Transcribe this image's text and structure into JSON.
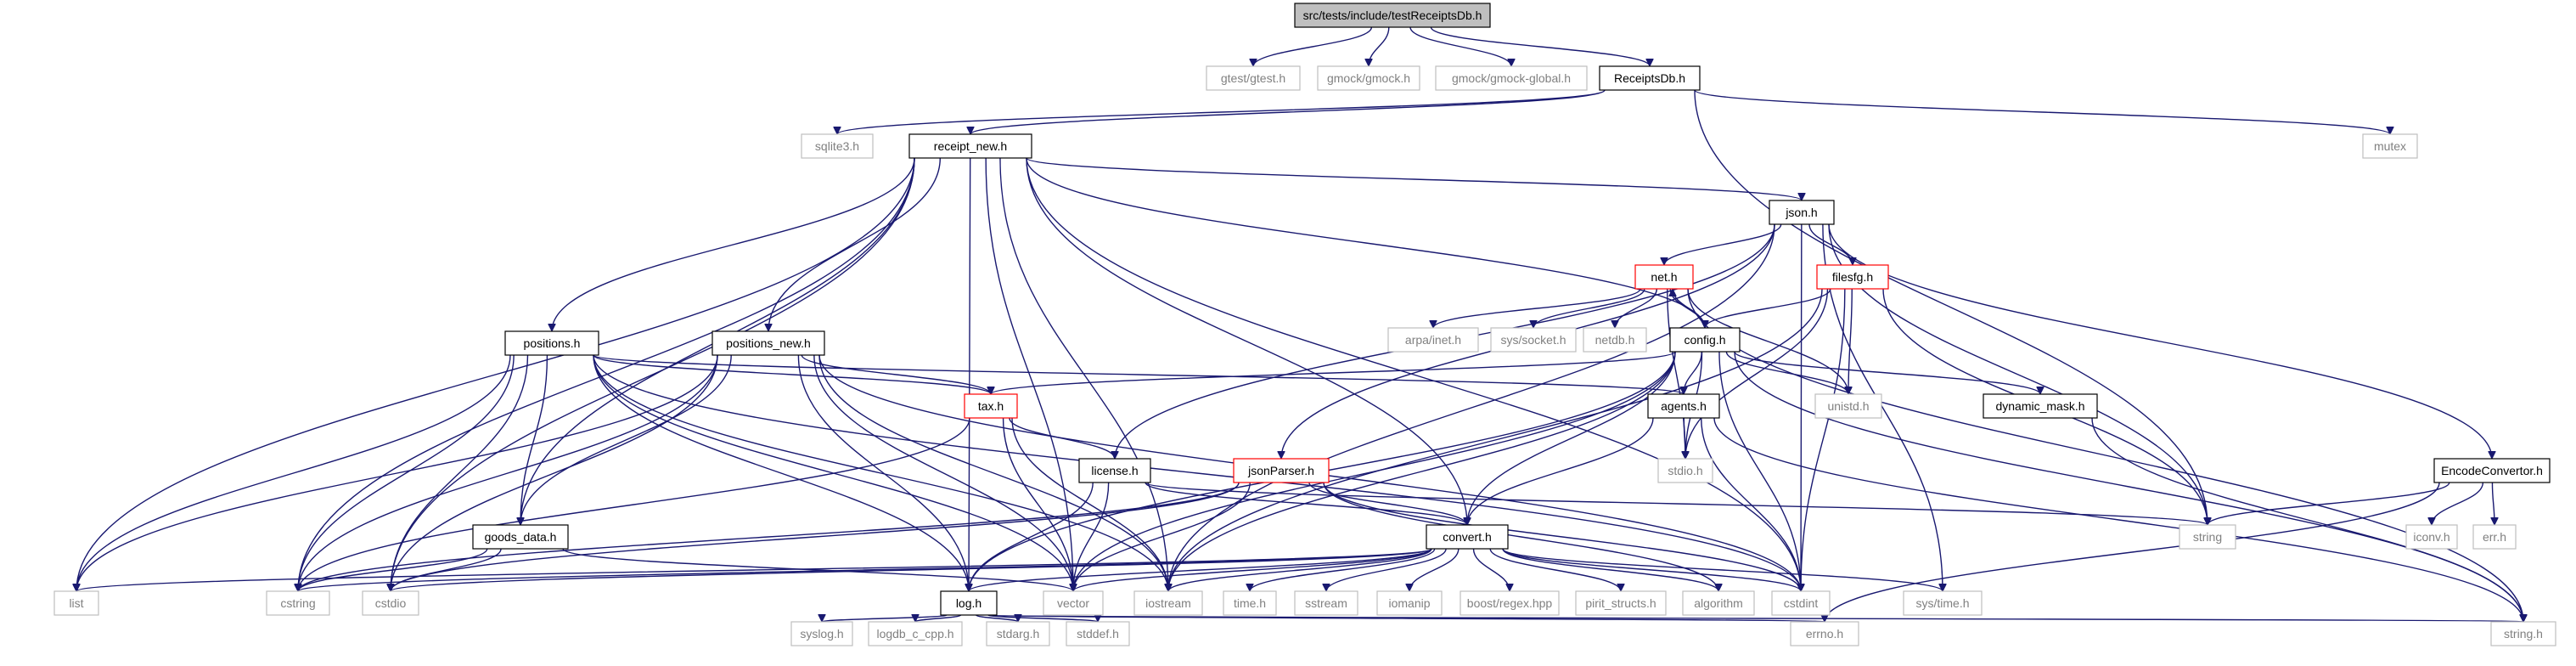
{
  "diagram": {
    "colors": {
      "edge": "#191970",
      "root_fill": "#bfbfbf",
      "node_border": "#000000",
      "missing_border": "#bfbfbf",
      "missing_text": "#808080",
      "truncated_border": "#ff0000"
    },
    "nodes": [
      {
        "id": "root",
        "label": "src/tests/include/testReceiptsDb.h",
        "kind": "root"
      },
      {
        "id": "gtest",
        "label": "gtest/gtest.h",
        "kind": "missing"
      },
      {
        "id": "gmock",
        "label": "gmock/gmock.h",
        "kind": "missing"
      },
      {
        "id": "gmockg",
        "label": "gmock/gmock-global.h",
        "kind": "missing"
      },
      {
        "id": "rdb",
        "label": "ReceiptsDb.h",
        "kind": "normal"
      },
      {
        "id": "sqlite",
        "label": "sqlite3.h",
        "kind": "missing"
      },
      {
        "id": "rnew",
        "label": "receipt_new.h",
        "kind": "normal"
      },
      {
        "id": "mutex",
        "label": "mutex",
        "kind": "missing"
      },
      {
        "id": "json",
        "label": "json.h",
        "kind": "normal"
      },
      {
        "id": "net",
        "label": "net.h",
        "kind": "truncated"
      },
      {
        "id": "filesfg",
        "label": "filesfg.h",
        "kind": "truncated"
      },
      {
        "id": "arpa",
        "label": "arpa/inet.h",
        "kind": "missing"
      },
      {
        "id": "syssock",
        "label": "sys/socket.h",
        "kind": "missing"
      },
      {
        "id": "netdb",
        "label": "netdb.h",
        "kind": "missing"
      },
      {
        "id": "config",
        "label": "config.h",
        "kind": "normal"
      },
      {
        "id": "positions",
        "label": "positions.h",
        "kind": "normal"
      },
      {
        "id": "posnew",
        "label": "positions_new.h",
        "kind": "normal"
      },
      {
        "id": "tax",
        "label": "tax.h",
        "kind": "truncated"
      },
      {
        "id": "agents",
        "label": "agents.h",
        "kind": "normal"
      },
      {
        "id": "unistd",
        "label": "unistd.h",
        "kind": "missing"
      },
      {
        "id": "dynmask",
        "label": "dynamic_mask.h",
        "kind": "normal"
      },
      {
        "id": "license",
        "label": "license.h",
        "kind": "normal"
      },
      {
        "id": "jsonparser",
        "label": "jsonParser.h",
        "kind": "truncated"
      },
      {
        "id": "stdio",
        "label": "stdio.h",
        "kind": "missing"
      },
      {
        "id": "encconv",
        "label": "EncodeConvertor.h",
        "kind": "normal"
      },
      {
        "id": "goods",
        "label": "goods_data.h",
        "kind": "normal"
      },
      {
        "id": "convert",
        "label": "convert.h",
        "kind": "normal"
      },
      {
        "id": "string",
        "label": "string",
        "kind": "missing"
      },
      {
        "id": "iconv",
        "label": "iconv.h",
        "kind": "missing"
      },
      {
        "id": "errh",
        "label": "err.h",
        "kind": "missing"
      },
      {
        "id": "list",
        "label": "list",
        "kind": "missing"
      },
      {
        "id": "cstring",
        "label": "cstring",
        "kind": "missing"
      },
      {
        "id": "cstdio",
        "label": "cstdio",
        "kind": "missing"
      },
      {
        "id": "log",
        "label": "log.h",
        "kind": "normal"
      },
      {
        "id": "vector",
        "label": "vector",
        "kind": "missing"
      },
      {
        "id": "iostream",
        "label": "iostream",
        "kind": "missing"
      },
      {
        "id": "timeh",
        "label": "time.h",
        "kind": "missing"
      },
      {
        "id": "sstream",
        "label": "sstream",
        "kind": "missing"
      },
      {
        "id": "iomanip",
        "label": "iomanip",
        "kind": "missing"
      },
      {
        "id": "boost",
        "label": "boost/regex.hpp",
        "kind": "missing"
      },
      {
        "id": "pirit",
        "label": "pirit_structs.h",
        "kind": "missing"
      },
      {
        "id": "algorithm",
        "label": "algorithm",
        "kind": "missing"
      },
      {
        "id": "cstdint",
        "label": "cstdint",
        "kind": "missing"
      },
      {
        "id": "systime",
        "label": "sys/time.h",
        "kind": "missing"
      },
      {
        "id": "syslog",
        "label": "syslog.h",
        "kind": "missing"
      },
      {
        "id": "logdb",
        "label": "logdb_c_cpp.h",
        "kind": "missing"
      },
      {
        "id": "stdarg",
        "label": "stdarg.h",
        "kind": "missing"
      },
      {
        "id": "stddef",
        "label": "stddef.h",
        "kind": "missing"
      },
      {
        "id": "errno",
        "label": "errno.h",
        "kind": "missing"
      },
      {
        "id": "stringh",
        "label": "string.h",
        "kind": "missing"
      }
    ],
    "edges": [
      [
        "root",
        "gtest"
      ],
      [
        "root",
        "gmock"
      ],
      [
        "root",
        "gmockg"
      ],
      [
        "root",
        "rdb"
      ],
      [
        "rdb",
        "sqlite"
      ],
      [
        "rdb",
        "rnew"
      ],
      [
        "rdb",
        "mutex"
      ],
      [
        "rdb",
        "string"
      ],
      [
        "rnew",
        "json"
      ],
      [
        "rnew",
        "positions"
      ],
      [
        "rnew",
        "posnew"
      ],
      [
        "rnew",
        "goods"
      ],
      [
        "rnew",
        "convert"
      ],
      [
        "rnew",
        "config"
      ],
      [
        "rnew",
        "list"
      ],
      [
        "rnew",
        "cstring"
      ],
      [
        "rnew",
        "cstdio"
      ],
      [
        "rnew",
        "log"
      ],
      [
        "rnew",
        "vector"
      ],
      [
        "rnew",
        "iostream"
      ],
      [
        "rnew",
        "cstdint"
      ],
      [
        "json",
        "net"
      ],
      [
        "json",
        "filesfg"
      ],
      [
        "json",
        "jsonparser"
      ],
      [
        "json",
        "license"
      ],
      [
        "json",
        "encconv"
      ],
      [
        "json",
        "iostream"
      ],
      [
        "json",
        "string"
      ],
      [
        "json",
        "systime"
      ],
      [
        "json",
        "cstdint"
      ],
      [
        "net",
        "config"
      ],
      [
        "net",
        "arpa"
      ],
      [
        "net",
        "syssock"
      ],
      [
        "net",
        "netdb"
      ],
      [
        "net",
        "unistd"
      ],
      [
        "net",
        "stdio"
      ],
      [
        "net",
        "stringh"
      ],
      [
        "filesfg",
        "config"
      ],
      [
        "filesfg",
        "unistd"
      ],
      [
        "filesfg",
        "stdio"
      ],
      [
        "filesfg",
        "string"
      ],
      [
        "filesfg",
        "iostream"
      ],
      [
        "filesfg",
        "cstdint"
      ],
      [
        "config",
        "net"
      ],
      [
        "config",
        "tax"
      ],
      [
        "config",
        "agents"
      ],
      [
        "config",
        "dynmask"
      ],
      [
        "config",
        "unistd"
      ],
      [
        "config",
        "stdio"
      ],
      [
        "config",
        "convert"
      ],
      [
        "config",
        "log"
      ],
      [
        "config",
        "iostream"
      ],
      [
        "config",
        "vector"
      ],
      [
        "config",
        "cstdint"
      ],
      [
        "config",
        "stringh"
      ],
      [
        "positions",
        "tax"
      ],
      [
        "positions",
        "agents"
      ],
      [
        "positions",
        "goods"
      ],
      [
        "positions",
        "list"
      ],
      [
        "positions",
        "cstring"
      ],
      [
        "positions",
        "cstdio"
      ],
      [
        "positions",
        "log"
      ],
      [
        "positions",
        "vector"
      ],
      [
        "positions",
        "iostream"
      ],
      [
        "positions",
        "cstdint"
      ],
      [
        "posnew",
        "tax"
      ],
      [
        "posnew",
        "goods"
      ],
      [
        "posnew",
        "list"
      ],
      [
        "posnew",
        "cstring"
      ],
      [
        "posnew",
        "cstdio"
      ],
      [
        "posnew",
        "log"
      ],
      [
        "posnew",
        "vector"
      ],
      [
        "posnew",
        "iostream"
      ],
      [
        "posnew",
        "cstdint"
      ],
      [
        "tax",
        "license"
      ],
      [
        "tax",
        "cstring"
      ],
      [
        "tax",
        "vector"
      ],
      [
        "tax",
        "iostream"
      ],
      [
        "license",
        "convert"
      ],
      [
        "license",
        "log"
      ],
      [
        "license",
        "vector"
      ],
      [
        "license",
        "string"
      ],
      [
        "agents",
        "convert"
      ],
      [
        "agents",
        "stdio"
      ],
      [
        "agents",
        "cstdint"
      ],
      [
        "agents",
        "stringh"
      ],
      [
        "jsonparser",
        "convert"
      ],
      [
        "jsonparser",
        "cstring"
      ],
      [
        "jsonparser",
        "cstdio"
      ],
      [
        "jsonparser",
        "vector"
      ],
      [
        "jsonparser",
        "algorithm"
      ],
      [
        "jsonparser",
        "cstdint"
      ],
      [
        "dynmask",
        "stringh"
      ],
      [
        "encconv",
        "string"
      ],
      [
        "encconv",
        "iconv"
      ],
      [
        "encconv",
        "errh"
      ],
      [
        "encconv",
        "errno"
      ],
      [
        "goods",
        "cstring"
      ],
      [
        "goods",
        "cstdio"
      ],
      [
        "goods",
        "vector"
      ],
      [
        "convert",
        "list"
      ],
      [
        "convert",
        "cstring"
      ],
      [
        "convert",
        "cstdio"
      ],
      [
        "convert",
        "log"
      ],
      [
        "convert",
        "vector"
      ],
      [
        "convert",
        "iostream"
      ],
      [
        "convert",
        "timeh"
      ],
      [
        "convert",
        "sstream"
      ],
      [
        "convert",
        "iomanip"
      ],
      [
        "convert",
        "boost"
      ],
      [
        "convert",
        "pirit"
      ],
      [
        "convert",
        "algorithm"
      ],
      [
        "convert",
        "cstdint"
      ],
      [
        "convert",
        "systime"
      ],
      [
        "log",
        "syslog"
      ],
      [
        "log",
        "logdb"
      ],
      [
        "log",
        "stdarg"
      ],
      [
        "log",
        "stddef"
      ],
      [
        "log",
        "errno"
      ],
      [
        "log",
        "stringh"
      ]
    ]
  }
}
